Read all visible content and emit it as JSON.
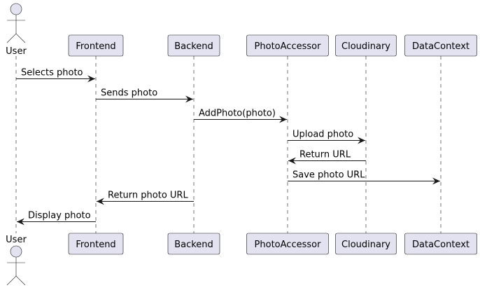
{
  "diagram": {
    "type": "sequence",
    "colors": {
      "participant_fill": "#E2E2F0",
      "participant_stroke": "#181818",
      "lifeline": "#181818",
      "arrow": "#181818",
      "text": "#000000"
    },
    "participants": [
      {
        "id": "user",
        "label": "User",
        "kind": "actor"
      },
      {
        "id": "frontend",
        "label": "Frontend",
        "kind": "box"
      },
      {
        "id": "backend",
        "label": "Backend",
        "kind": "box"
      },
      {
        "id": "photoaccessor",
        "label": "PhotoAccessor",
        "kind": "box"
      },
      {
        "id": "cloudinary",
        "label": "Cloudinary",
        "kind": "box"
      },
      {
        "id": "datacontext",
        "label": "DataContext",
        "kind": "box"
      }
    ],
    "messages": [
      {
        "from": "user",
        "to": "frontend",
        "label": "Selects photo"
      },
      {
        "from": "frontend",
        "to": "backend",
        "label": "Sends photo"
      },
      {
        "from": "backend",
        "to": "photoaccessor",
        "label": "AddPhoto(photo)"
      },
      {
        "from": "photoaccessor",
        "to": "cloudinary",
        "label": "Upload photo"
      },
      {
        "from": "cloudinary",
        "to": "photoaccessor",
        "label": "Return URL"
      },
      {
        "from": "photoaccessor",
        "to": "datacontext",
        "label": "Save photo URL"
      },
      {
        "from": "backend",
        "to": "frontend",
        "label": "Return photo URL"
      },
      {
        "from": "frontend",
        "to": "user",
        "label": "Display photo"
      }
    ]
  }
}
